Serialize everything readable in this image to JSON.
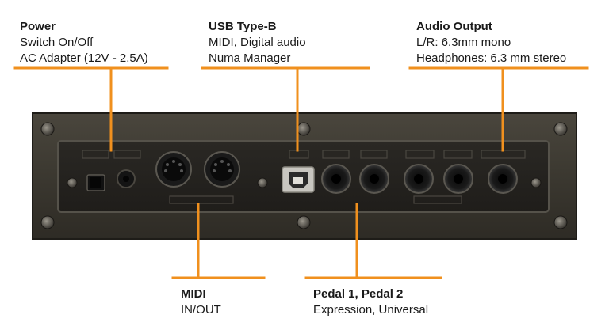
{
  "accent_color": "#f0901e",
  "labels": {
    "power": {
      "title": "Power",
      "lines": [
        "Switch On/Off",
        "AC Adapter (12V - 2.5A)"
      ]
    },
    "usb": {
      "title": "USB Type-B",
      "lines": [
        "MIDI, Digital audio",
        "Numa Manager"
      ]
    },
    "audio": {
      "title": "Audio Output",
      "lines": [
        "L/R: 6.3mm mono",
        "Headphones: 6.3 mm stereo"
      ]
    },
    "midi": {
      "title": "MIDI",
      "lines": [
        "IN/OUT"
      ]
    },
    "pedal": {
      "title": "Pedal 1, Pedal 2",
      "lines": [
        "Expression, Universal"
      ]
    }
  }
}
